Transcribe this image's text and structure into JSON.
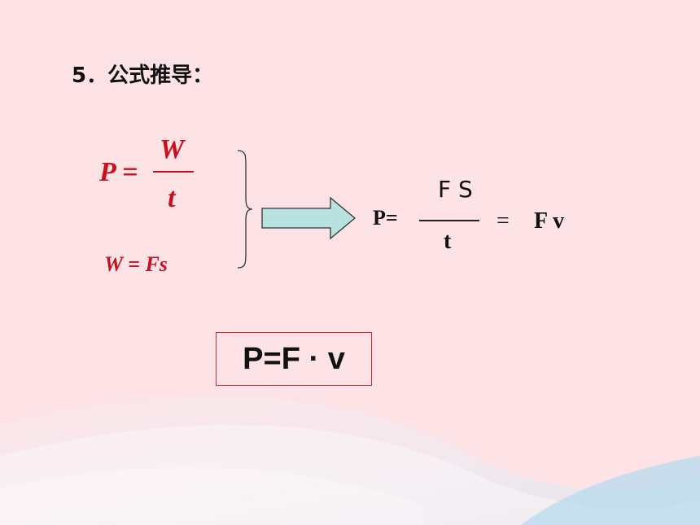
{
  "slide": {
    "heading": "5．公式推导：",
    "formula_power": {
      "lhs": "P =",
      "numerator": "W",
      "denominator": "t"
    },
    "formula_work": "W = Fs",
    "derivation": {
      "lhs": "P=",
      "numerator": "F S",
      "denominator": "t",
      "equals": "=",
      "result": "F v"
    },
    "conclusion": "P=F · v"
  },
  "colors": {
    "background": "#fde2e6",
    "formula_red": "#c8101e",
    "arrow_fill": "#b8e2e0",
    "box_border": "#d42a2a"
  },
  "icons": {
    "brace": "right-brace-icon",
    "arrow": "right-arrow-icon"
  }
}
